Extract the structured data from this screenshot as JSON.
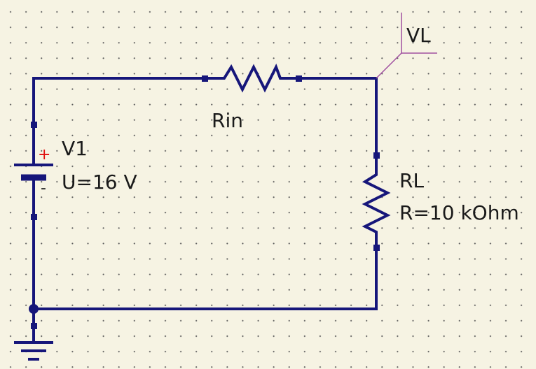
{
  "schematic": {
    "source": {
      "name": "V1",
      "value": "U=16 V",
      "plus_sign": "+",
      "minus_sign": "-"
    },
    "input_resistor": {
      "name": "Rin"
    },
    "load_resistor": {
      "name": "RL",
      "value": "R=10 kOhm"
    },
    "node_label": {
      "name": "VL"
    }
  },
  "colors": {
    "background": "#f6f3e3",
    "wire": "#16167a",
    "grid_dot": "#5a5a5a",
    "label_text": "#1a1a1a",
    "polarity_plus": "#e01010",
    "node_label_line": "#a050a0",
    "port_marker": "#16167a"
  },
  "icons": {
    "source": "dc-voltage-source-icon",
    "resistor": "resistor-zigzag-icon",
    "ground": "ground-symbol-icon",
    "junction": "junction-dot-icon"
  }
}
